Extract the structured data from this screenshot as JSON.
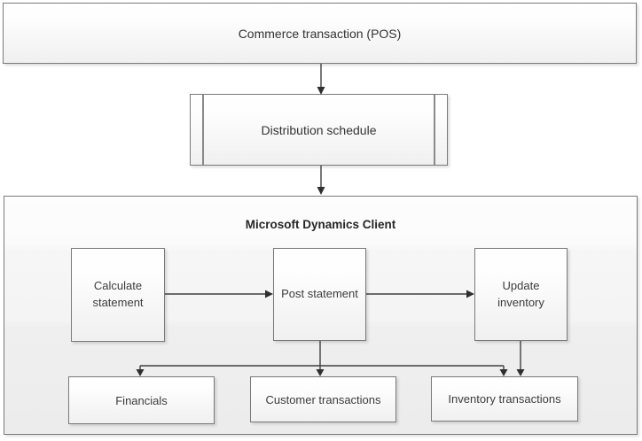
{
  "diagram": {
    "type": "flowchart",
    "container_title": "Microsoft Dynamics Client",
    "nodes": {
      "commerce": {
        "label": "Commerce transaction (POS)",
        "shape": "process"
      },
      "distribution": {
        "label": "Distribution schedule",
        "shape": "predefined-process"
      },
      "calculate": {
        "label": "Calculate statement",
        "shape": "process"
      },
      "post": {
        "label": "Post statement",
        "shape": "process"
      },
      "update": {
        "label": "Update inventory",
        "shape": "process"
      },
      "financials": {
        "label": "Financials",
        "shape": "process"
      },
      "customer": {
        "label": "Customer transactions",
        "shape": "process"
      },
      "inventory": {
        "label": "Inventory transactions",
        "shape": "process"
      }
    },
    "edges": [
      {
        "from": "commerce",
        "to": "distribution"
      },
      {
        "from": "distribution",
        "to": "dynamics-container"
      },
      {
        "from": "calculate",
        "to": "post"
      },
      {
        "from": "post",
        "to": "update"
      },
      {
        "from": "post",
        "to": "financials"
      },
      {
        "from": "post",
        "to": "customer"
      },
      {
        "from": "post",
        "to": "inventory"
      },
      {
        "from": "update",
        "to": "inventory"
      }
    ],
    "colors": {
      "node_border": "#7a7a7a",
      "arrow": "#3f3f3f",
      "text": "#3c3c3c",
      "container_fill_bottom": "#ececec"
    }
  }
}
